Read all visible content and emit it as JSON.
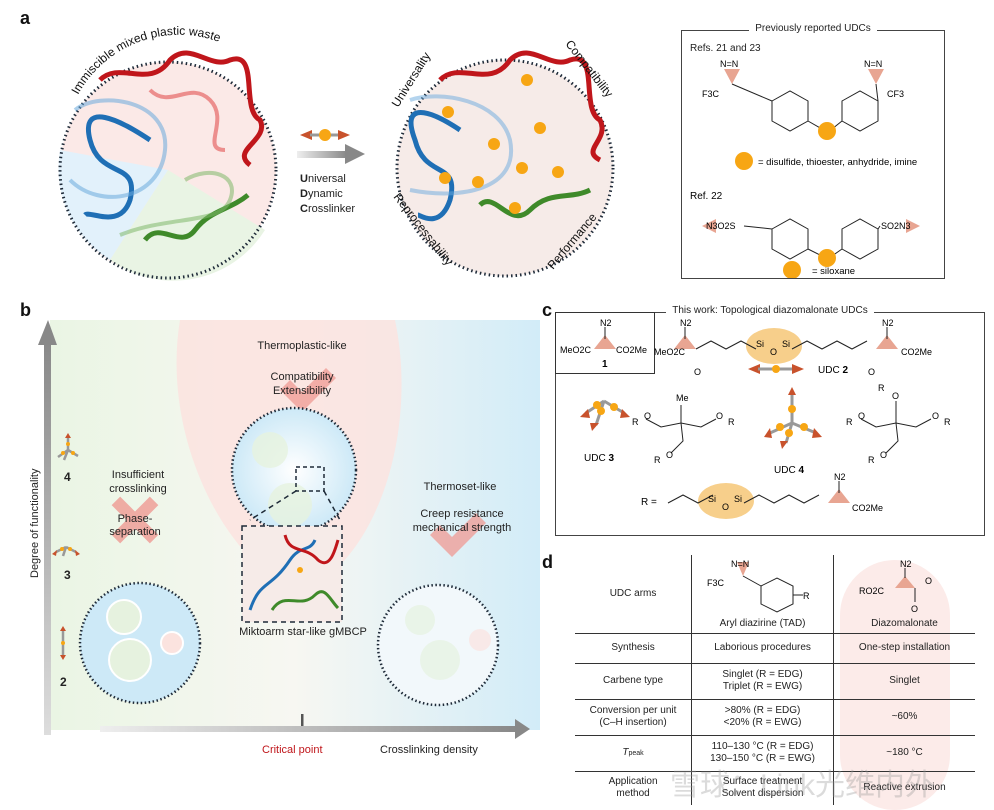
{
  "panels": {
    "a": {
      "letter": "a",
      "left_circle_caption": "Immiscible mixed plastic waste",
      "arrow_label": {
        "line1_initial": "U",
        "line1_rest": "niversal",
        "line2_initial": "D",
        "line2_rest": "ynamic",
        "line3_initial": "C",
        "line3_rest": "rosslinker"
      },
      "right_circle_labels": {
        "top_left": "Universality",
        "top_right": "Compatibility",
        "bottom_left": "Reprocessability",
        "bottom_right": "Performance"
      },
      "previous_box": {
        "title": "Previously reported UDCs",
        "ref1_label": "Refs. 21 and 23",
        "ref1_left_group": "F3C",
        "ref1_right_group": "CF3",
        "diazirine_label": "N=N",
        "ref1_legend": "= disulfide, thioester, anhydride, imine",
        "ref2_label": "Ref. 22",
        "ref2_left_group": "N3O2S",
        "ref2_right_group": "SO2N3",
        "ref2_legend": "= siloxane"
      }
    },
    "b": {
      "letter": "b",
      "y_axis_label": "Degree of functionality",
      "x_axis_label": "Crosslinking density",
      "critical_point_label": "Critical point",
      "functionality_levels": [
        "4",
        "3",
        "2"
      ],
      "left_region": {
        "title": "Insufficient crosslinking",
        "title_line1": "Insufficient",
        "title_line2": "crosslinking",
        "mark": "cross",
        "mark_text_line1": "Phase-",
        "mark_text_line2": "separation"
      },
      "middle_region": {
        "title": "Thermoplastic-like",
        "mark": "check",
        "props_line1": "Compatibility",
        "props_line2": "Extensibility",
        "inset_caption": "Miktoarm star-like gMBCP"
      },
      "right_region": {
        "title": "Thermoset-like",
        "mark": "check",
        "props_line1": "Creep resistance",
        "props_line2": "mechanical strength"
      }
    },
    "c": {
      "letter": "c",
      "title": "This work: Topological diazomalonate UDCs",
      "compound1": {
        "number": "1",
        "left": "MeO2C",
        "right": "CO2Me",
        "top": "N2"
      },
      "udc2": {
        "label": "UDC",
        "number": "2",
        "left": "MeO2C",
        "right": "CO2Me",
        "top": "N2",
        "carbonyl": "O"
      },
      "udc3": {
        "label": "UDC",
        "number": "3",
        "core_top": "Me",
        "r": "R",
        "o": "O"
      },
      "udc4": {
        "label": "UDC",
        "number": "4",
        "r": "R",
        "o": "O"
      },
      "r_definition": {
        "prefix": "R =",
        "end": "CO2Me",
        "top": "N2"
      }
    },
    "d": {
      "letter": "d",
      "columns": [
        "",
        "Aryl diazirine (TAD)",
        "Diazomalonate"
      ],
      "structure_labels": {
        "tad_left": "F3C",
        "tad_top": "N=N",
        "tad_r": "R",
        "dm_left": "RO2C",
        "dm_top": "N2",
        "dm_o": "O"
      },
      "rows": [
        {
          "label": "UDC arms",
          "tad": "",
          "dm": ""
        },
        {
          "label": "Synthesis",
          "tad": "Laborious procedures",
          "dm": "One-step installation"
        },
        {
          "label": "Carbene type",
          "tad_line1": "Singlet (R = EDG)",
          "tad_line2": "Triplet (R = EWG)",
          "dm": "Singlet"
        },
        {
          "label_line1": "Conversion per unit",
          "label_line2": "(C–H insertion)",
          "tad_line1": ">80% (R = EDG)",
          "tad_line2": "<20% (R = EWG)",
          "dm": "~60%"
        },
        {
          "label_main": "T",
          "label_sub": "peak",
          "tad_line1": "110–130 °C (R = EDG)",
          "tad_line2": "130–150 °C (R = EWG)",
          "dm": "~180 °C"
        },
        {
          "label_line1": "Application",
          "label_line2": "method",
          "tad_line1": "Surface treatment",
          "tad_line2": "Solvent dispersion",
          "dm": "Reactive extrusion"
        }
      ]
    }
  },
  "watermark": "雪球：Link光维内外",
  "colors": {
    "red_polymer": "#c0161b",
    "blue_polymer": "#1f6fb5",
    "green_polymer": "#3f8a2a",
    "crosslinker_orange": "#f7a614",
    "arrow_head": "#c8522c",
    "critical_red": "#c0161b",
    "mark_pink": "#ef9a93",
    "siloxane_tan": "#f6c777"
  }
}
